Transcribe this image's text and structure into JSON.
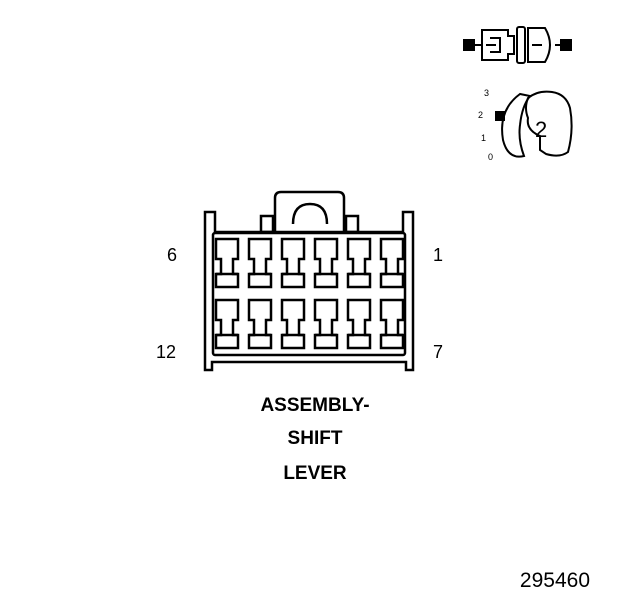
{
  "connector": {
    "pin_labels": {
      "top_left": "6",
      "top_right": "1",
      "bottom_left": "12",
      "bottom_right": "7"
    },
    "cavities_per_row": 6,
    "rows": 2
  },
  "title_lines": [
    "ASSEMBLY-",
    "SHIFT",
    "LEVER"
  ],
  "position_indicator": {
    "positions": [
      "3",
      "2",
      "1",
      "0"
    ],
    "selected": "2",
    "tumbler_number": "2"
  },
  "figure_number": "295460"
}
